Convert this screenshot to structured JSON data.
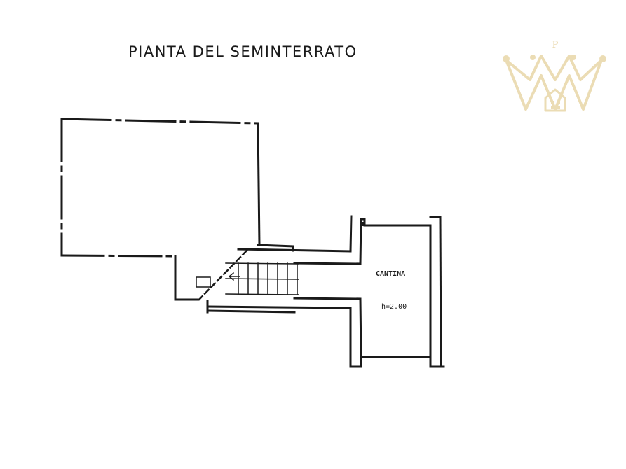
{
  "plan": {
    "title": "PIANTA DEL SEMINTERRATO",
    "rooms": [
      {
        "name": "CANTINA",
        "height_label": "h=2.00"
      }
    ]
  },
  "watermark": {
    "icon": "crown-house-logo-icon",
    "letter": "P",
    "color": "#e8d6a8"
  }
}
